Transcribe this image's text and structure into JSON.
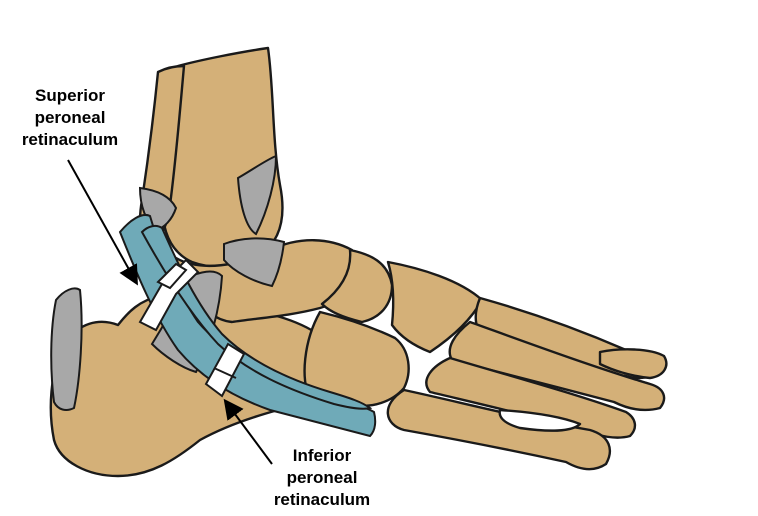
{
  "labels": {
    "superior": [
      "Superior",
      "peroneal",
      "retinaculum"
    ],
    "inferior": [
      "Inferior",
      "peroneal",
      "retinaculum"
    ]
  },
  "colors": {
    "bone": "#D4B078",
    "tendon": "#6FAAB8",
    "ligament": "#A8A8A8",
    "retinaculum": "#FFFFFF",
    "outline": "#1A1A1A"
  }
}
